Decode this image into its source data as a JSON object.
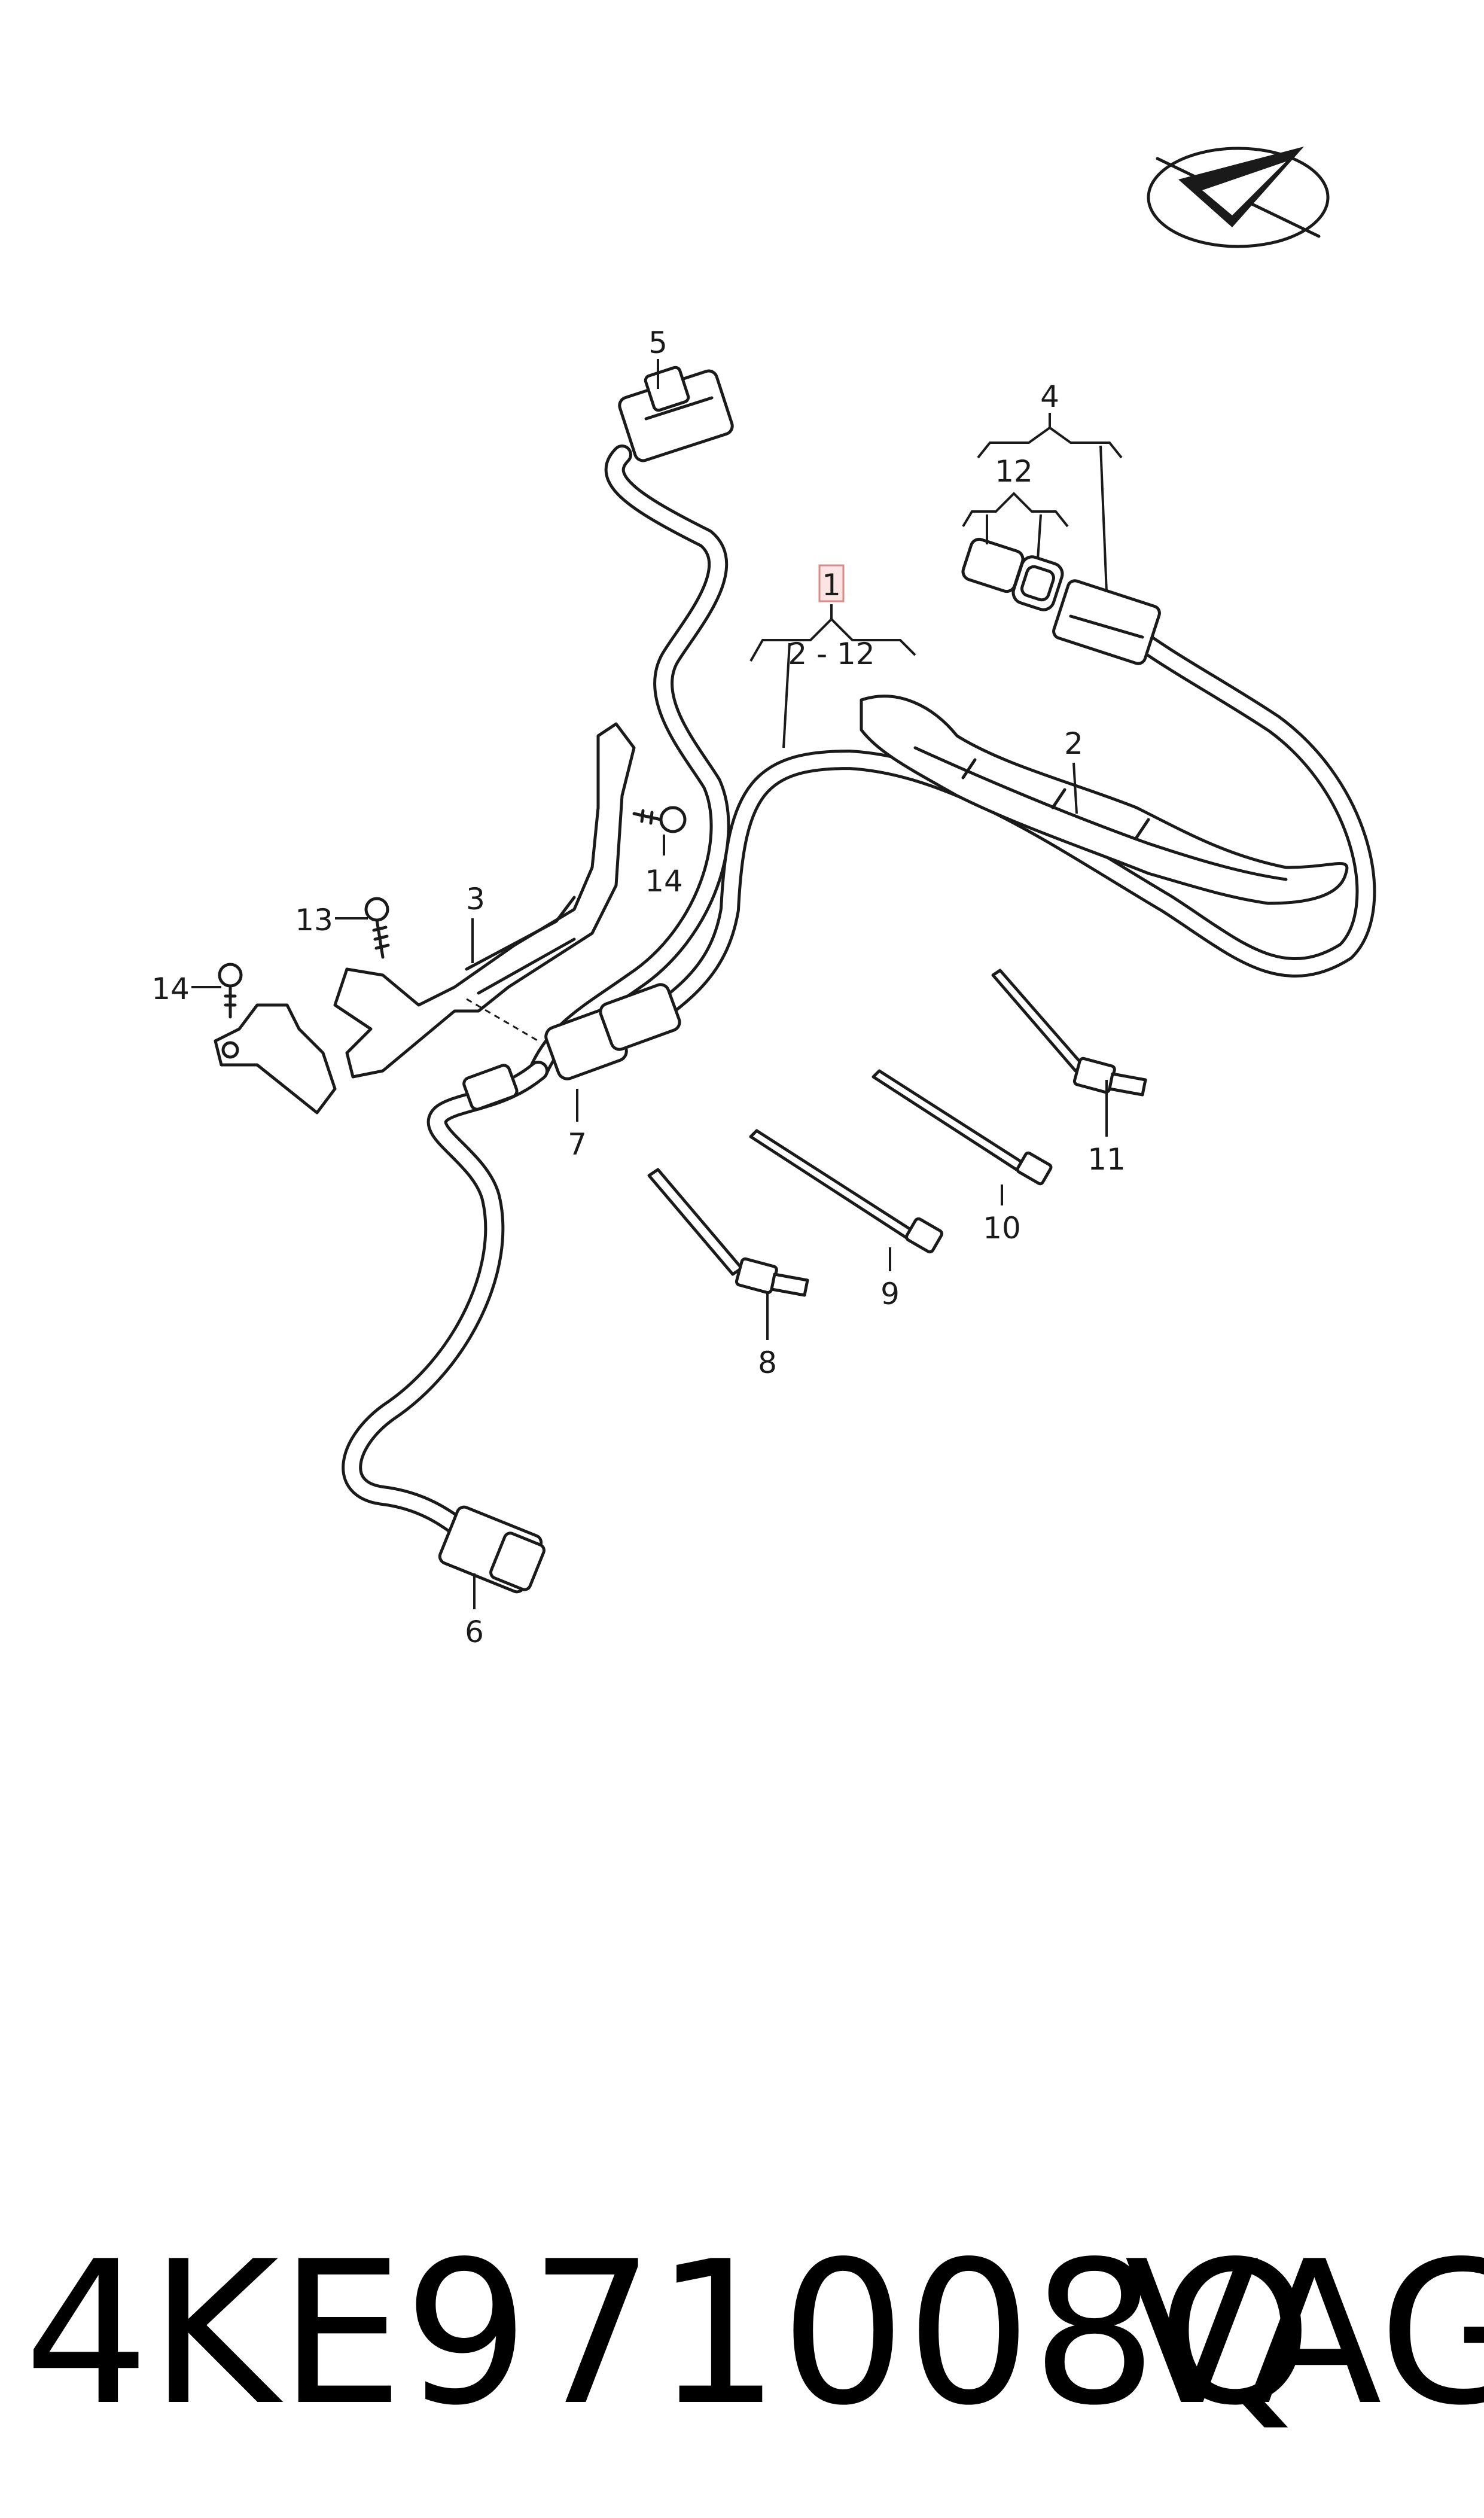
{
  "diagram": {
    "main_label": "1",
    "group_range": "2 - 12",
    "callouts": {
      "c2": "2",
      "c3": "3",
      "c4": "4",
      "c5": "5",
      "c6": "6",
      "c7": "7",
      "c8": "8",
      "c9": "9",
      "c10": "10",
      "c11": "11",
      "c12": "12",
      "c13": "13",
      "c14a": "14",
      "c14b": "14"
    }
  },
  "footer": {
    "part_number": "4KE971008Q",
    "brand": "VAG"
  },
  "logo": {
    "icon": "direction-arrow-logo"
  }
}
